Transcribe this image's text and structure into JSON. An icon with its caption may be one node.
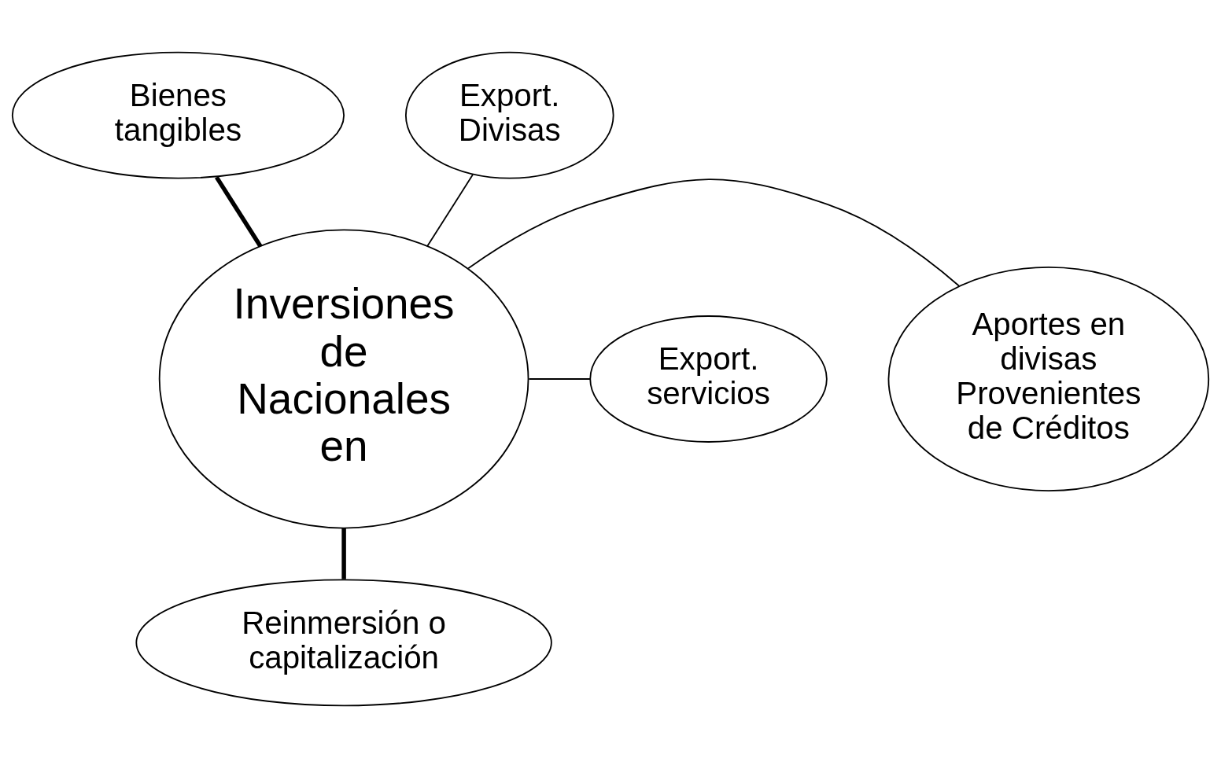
{
  "diagram": {
    "nodes": [
      {
        "text": [
          "Bienes tangibles"
        ]
      },
      {
        "text": [
          "Export. Divisas"
        ]
      },
      {
        "text": [
          "Aportes en divisas Provenientes de Créditos"
        ]
      },
      {
        "text": [
          "Inversiones de Nacionales en"
        ]
      },
      {
        "text": [
          "Export. servicios"
        ]
      },
      {
        "text": [
          "Reinmersión o capitalización"
        ]
      }
    ],
    "edges": [
      {
        "from": 3,
        "to": 0,
        "arrow": "none",
        "style": "thick"
      },
      {
        "from": 3,
        "to": 1,
        "arrow": "none"
      },
      {
        "from": 3,
        "to": 2,
        "arrow": "none"
      },
      {
        "from": 3,
        "to": 4,
        "arrow": "none"
      },
      {
        "from": 3,
        "to": 5,
        "arrow": "none",
        "style": "thick"
      }
    ]
  }
}
